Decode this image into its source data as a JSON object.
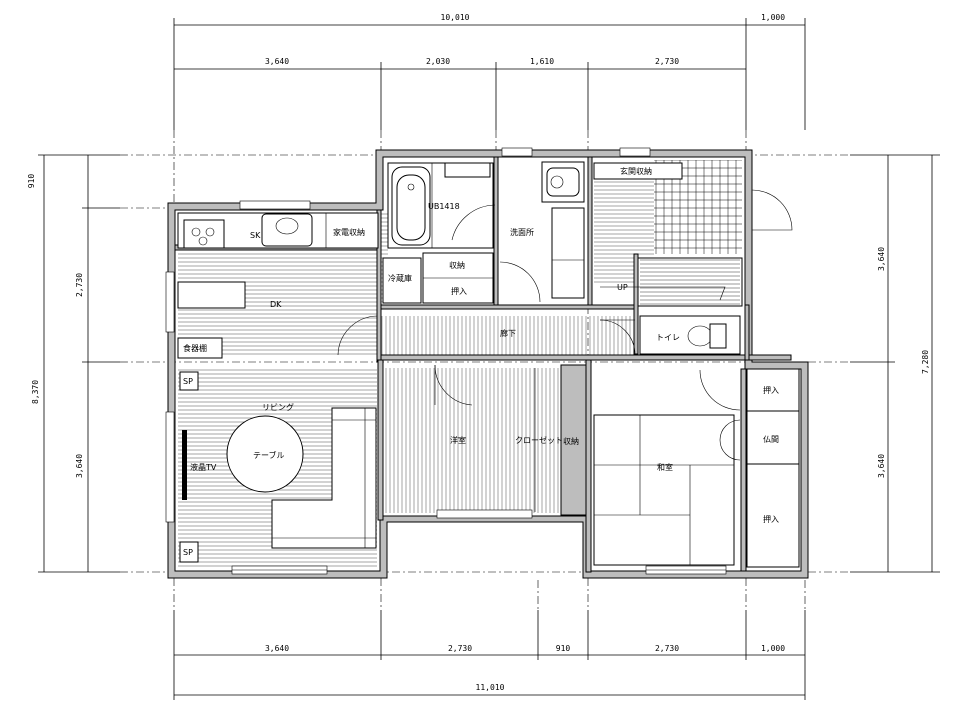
{
  "dimensions": {
    "top_total": "10,010",
    "top_right": "1,000",
    "top_segments": [
      "3,640",
      "2,030",
      "1,610",
      "2,730"
    ],
    "bottom_segments": [
      "3,640",
      "2,730",
      "910",
      "2,730",
      "1,000"
    ],
    "bottom_total": "11,010",
    "left_outer": "8,370",
    "left_top": "910",
    "left_mid": "2,730",
    "left_bottom": "3,640",
    "right_total": "7,280",
    "right_top": "3,640",
    "right_bottom": "3,640"
  },
  "rooms": {
    "sk": "SK",
    "dk": "DK",
    "kaden": "家電収納",
    "reizo": "冷蔵庫",
    "shuno1": "収納",
    "oshiire_top": "押入",
    "ub": "UB1418",
    "senmen": "洗面所",
    "genkan_shuno": "玄関収納",
    "up": "UP",
    "roka": "廊下",
    "toilet": "トイレ",
    "shokki": "食器棚",
    "living": "リビング",
    "table": "テーブル",
    "tv": "液晶TV",
    "sp_top": "SP",
    "sp_bottom": "SP",
    "yoshitsu": "洋室",
    "closet": "クローゼット",
    "shuno2": "収納",
    "washitsu": "和室",
    "oshiire1": "押入",
    "butsuma": "仏間",
    "oshiire2": "押入"
  }
}
